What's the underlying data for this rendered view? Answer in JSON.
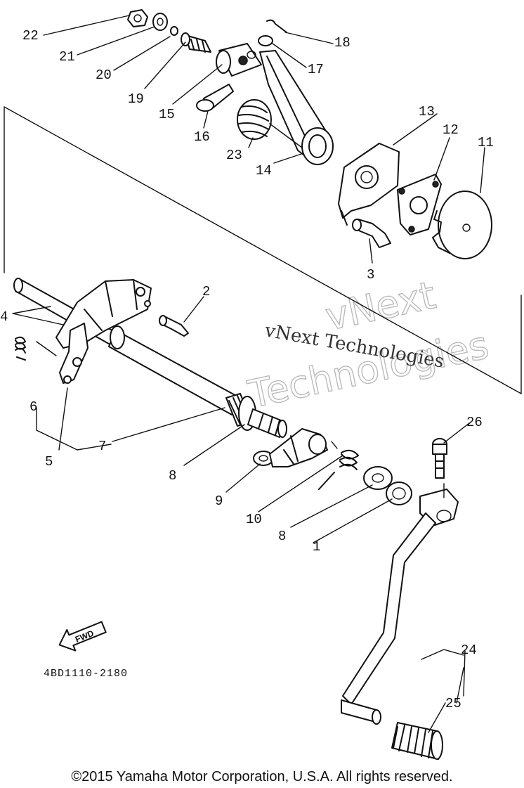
{
  "diagram": {
    "part_labels": [
      "1",
      "2",
      "3",
      "4",
      "5",
      "6",
      "7",
      "8",
      "8",
      "9",
      "10",
      "11",
      "12",
      "13",
      "14",
      "15",
      "16",
      "17",
      "18",
      "19",
      "20",
      "21",
      "22",
      "23",
      "24",
      "25",
      "26"
    ],
    "fwd_label": "FWD",
    "figure_code": "4BD1110-2180"
  },
  "watermark": {
    "line1": "vNext Technologies",
    "line2a": "vNext",
    "line2b": "Technologies"
  },
  "footer": {
    "copyright": "©2015 Yamaha Motor Corporation, U.S.A. All rights reserved."
  }
}
